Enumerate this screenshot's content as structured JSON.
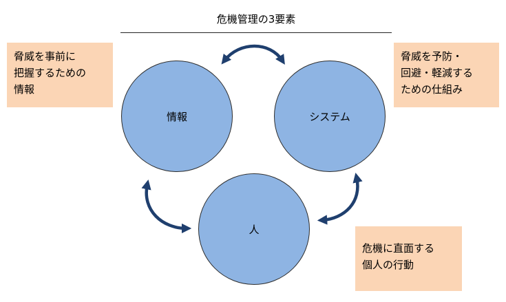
{
  "title": "危機管理の3要素",
  "circles": {
    "info": "情報",
    "system": "システム",
    "people": "人"
  },
  "notes": {
    "left": "脅威を事前に\n把握するための\n情報",
    "right": "脅威を予防・\n回避・軽減する\nための仕組み",
    "bottom": "危機に直面する\n個人の行動"
  },
  "colors": {
    "circle_fill": "#8eb4e3",
    "note_fill": "#fbd5b5",
    "arrow": "#1f3f6e"
  }
}
